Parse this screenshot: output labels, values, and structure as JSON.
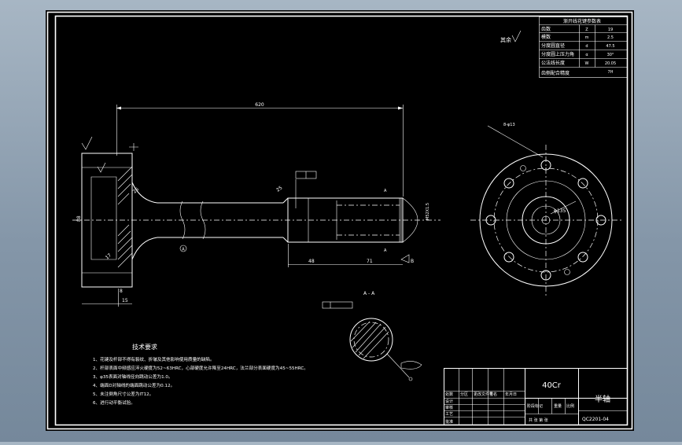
{
  "drawing": {
    "section_label": "A - A",
    "roughness_note": "其余",
    "dim_overall": "620",
    "dim_48": "48",
    "dim_71": "71",
    "dim_15": "15",
    "dim_8": "8",
    "dim_25": "25",
    "dim_17": "17",
    "dim_88": "88",
    "dim_thread": "M52X1.5",
    "dim_hole_circle": "8-φ13",
    "dim_pcd": "φ135",
    "datum_a": "A",
    "datum_b": "B"
  },
  "spline_table": {
    "title": "渐开线花键参数表",
    "rows": [
      {
        "label": "齿数",
        "sym": "Z",
        "val": "19"
      },
      {
        "label": "模数",
        "sym": "m",
        "val": "2.5"
      },
      {
        "label": "分度圆直径",
        "sym": "d",
        "val": "47.5"
      },
      {
        "label": "分度圆上压力角",
        "sym": "α",
        "val": "30°"
      },
      {
        "label": "公法线长度",
        "sym": "W",
        "val": "20.05"
      },
      {
        "label": "齿侧配合精度",
        "sym": "",
        "val": "7H"
      }
    ]
  },
  "tech_req": {
    "title": "技术要求",
    "items": [
      "1、花键及杆部不得有裂纹、折皱及其他影响使用质量的缺陷。",
      "2、杆部表面中频感应淬火硬度为52~63HRC，心部硬度允许降至24HRC，法兰部分表面硬度为45~55HRC。",
      "3、φ35表面对轴线径向跳动公差为1.0。",
      "4、端面D对轴线的端面跳动公差为0.12。",
      "5、未注倒角尺寸公差为IT12。",
      "6、进行动平衡试验。"
    ]
  },
  "title_block": {
    "material": "40Cr",
    "part_name": "半轴",
    "drawing_no": "QC2201-04",
    "scale_label": "比例",
    "sheet_label": "共 张 第 张",
    "stage_label": "阶段标记",
    "weight_label": "重量",
    "left_labels": [
      "标记",
      "设计",
      "审核",
      "工艺",
      "",
      "批准"
    ],
    "header_cells": [
      "处数",
      "分区",
      "更改文件号",
      "签名",
      "年月日"
    ]
  }
}
